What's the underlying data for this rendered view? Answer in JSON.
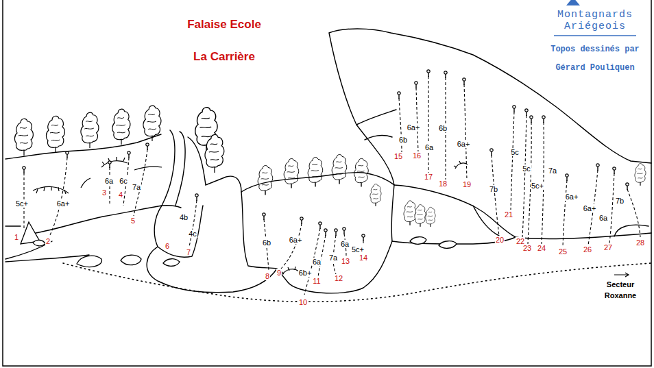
{
  "diagram": {
    "title": "Falaise Ecole",
    "labels": [
      "La Carrière",
      "Montagnards",
      "Ariégeois",
      "Topos dessinés par",
      "Gérard Pouliquen",
      "5c+",
      "6a+",
      "1",
      "2",
      "6a",
      "6c",
      "7a",
      "3",
      "4",
      "5",
      "4b",
      "4c",
      "6",
      "7",
      "6b",
      "6a+",
      "6a",
      "7a",
      "6a",
      "5c+",
      "6b+",
      "8",
      "9",
      "10",
      "11",
      "12",
      "13",
      "14",
      "6a+",
      "6b",
      "6b",
      "6a",
      "6a+",
      "15",
      "16",
      "17",
      "18",
      "19",
      "5c",
      "5c",
      "7a",
      "5c+",
      "7b",
      "6a+",
      "6a+",
      "7b",
      "6a",
      "20",
      "21",
      "22",
      "23",
      "24",
      "25",
      "26",
      "27",
      "28",
      "Secteur",
      "Roxanne"
    ]
  }
}
